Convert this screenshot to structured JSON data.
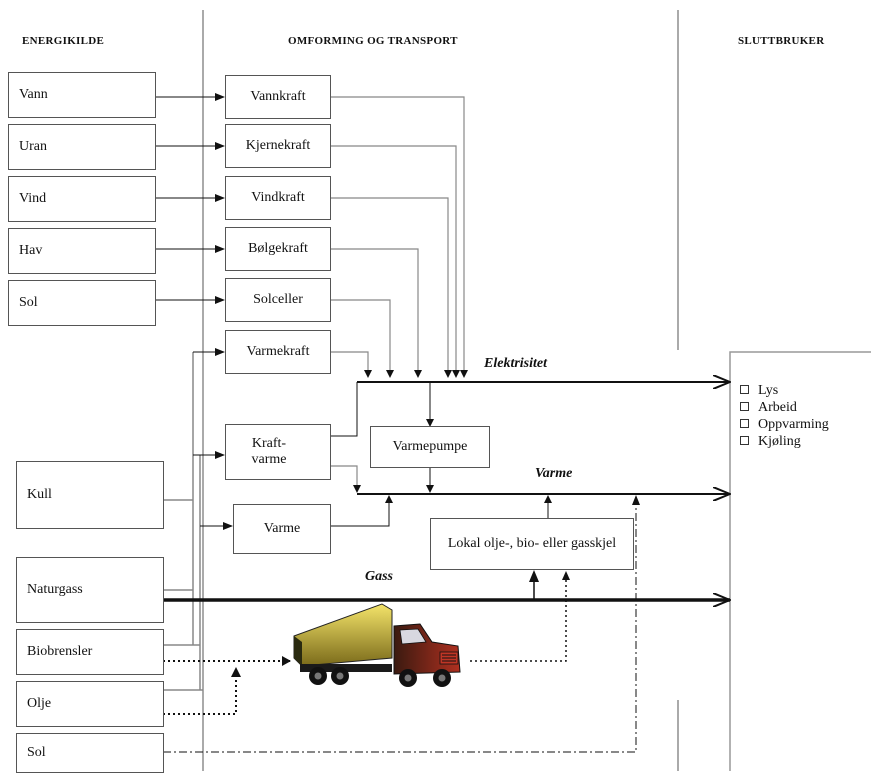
{
  "headers": {
    "sources": "Energikilde",
    "conversion": "Omforming og transport",
    "enduser": "Sluttbruker"
  },
  "sources": [
    "Vann",
    "Uran",
    "Vind",
    "Hav",
    "Sol",
    "Kull",
    "Naturgass",
    "Biobrensler",
    "Olje",
    "Sol"
  ],
  "conversion": [
    "Vannkraft",
    "Kjernekraft",
    "Vindkraft",
    "Bølgekraft",
    "Solceller",
    "Varmekraft",
    "Kraft-\nvarme",
    "Varme",
    "Varmepumpe",
    "Lokal olje-, bio- eller gasskjel"
  ],
  "flows": {
    "electricity": "Elektrisitet",
    "heat": "Varme",
    "gas": "Gass"
  },
  "end_uses": [
    "Lys",
    "Arbeid",
    "Oppvarming",
    "Kjøling"
  ],
  "icons": {
    "truck": "truck-icon",
    "checkbox": "checkbox-icon"
  }
}
